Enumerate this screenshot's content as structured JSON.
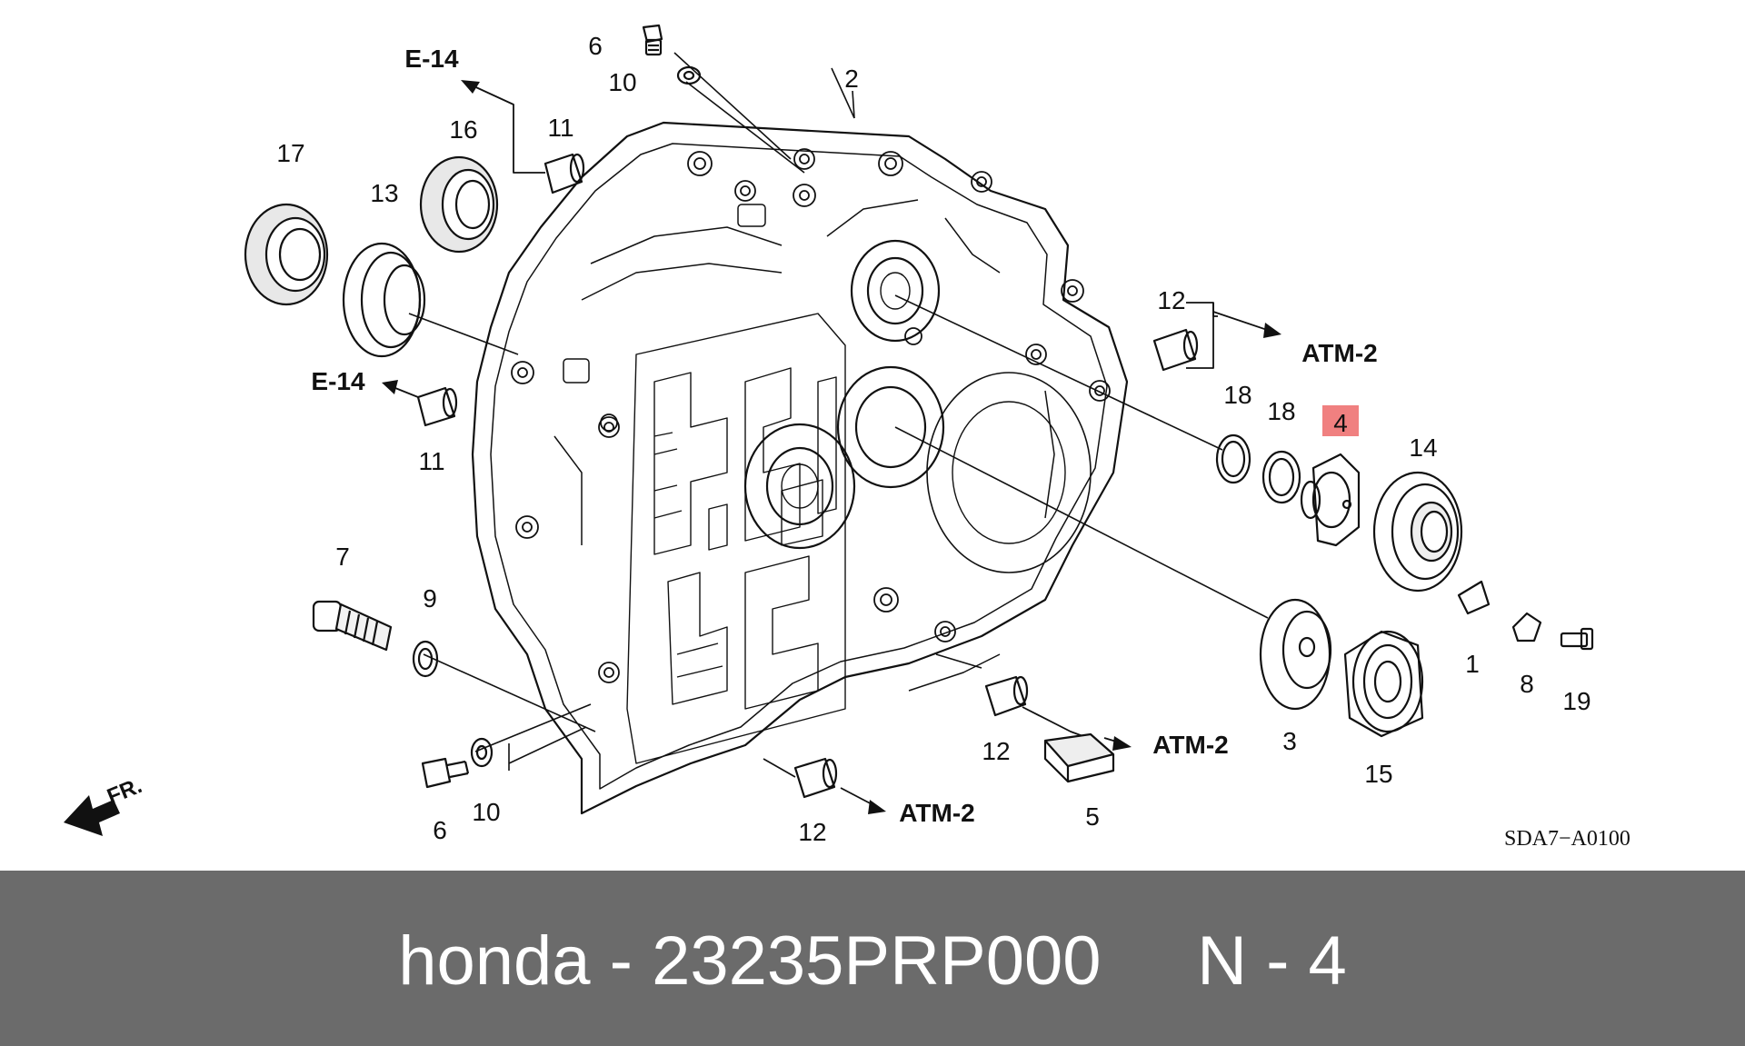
{
  "diagram": {
    "drawing_code": "SDA7−A0100",
    "front_marker": "FR.",
    "highlighted_part": "4",
    "highlight_color": "#f08080",
    "callouts": {
      "c1": "1",
      "c2": "2",
      "c3": "3",
      "c4": "4",
      "c5": "5",
      "c6a": "6",
      "c6b": "6",
      "c7": "7",
      "c8": "8",
      "c9": "9",
      "c10a": "10",
      "c10b": "10",
      "c11a": "11",
      "c11b": "11",
      "c12a": "12",
      "c12b": "12",
      "c12c": "12",
      "c13": "13",
      "c14": "14",
      "c15": "15",
      "c16": "16",
      "c17": "17",
      "c18a": "18",
      "c18b": "18",
      "c19": "19"
    },
    "refs": {
      "e14_top": "E-14",
      "e14_left": "E-14",
      "atm2_right": "ATM-2",
      "atm2_mid": "ATM-2",
      "atm2_bottom": "ATM-2"
    }
  },
  "footer": {
    "brand": "honda",
    "separator": " - ",
    "part_number": "23235PRP000",
    "gap": "     ",
    "position_label": "N - 4"
  },
  "colors": {
    "footer_bg": "#6b6b6b",
    "footer_text": "#ffffff",
    "line": "#111111"
  }
}
